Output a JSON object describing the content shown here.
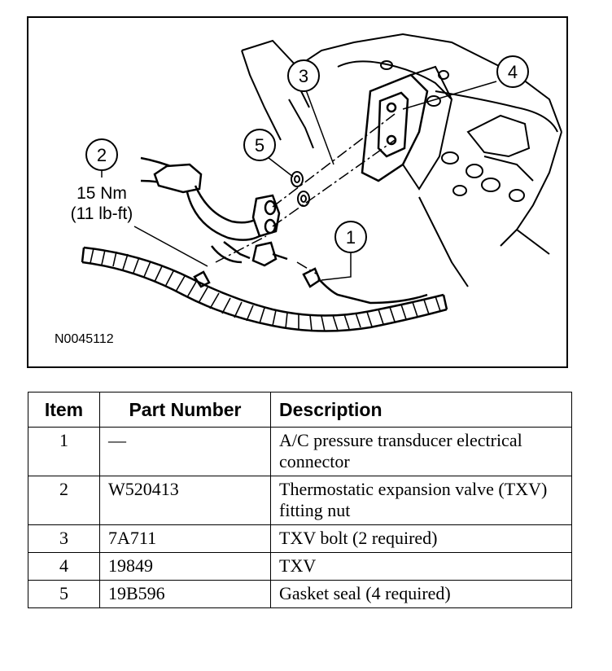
{
  "figure": {
    "figure_id": "N0045112",
    "torque_value": "15 Nm",
    "torque_value_alt": "(11 lb-ft)",
    "callouts": [
      "1",
      "2",
      "3",
      "4",
      "5"
    ]
  },
  "table": {
    "headers": {
      "item": "Item",
      "part_number": "Part Number",
      "description": "Description"
    },
    "rows": [
      {
        "item": "1",
        "part_number": "—",
        "description": "A/C pressure transducer electrical connector"
      },
      {
        "item": "2",
        "part_number": "W520413",
        "description": "Thermostatic expansion valve (TXV) fitting nut"
      },
      {
        "item": "3",
        "part_number": "7A711",
        "description": "TXV bolt (2 required)"
      },
      {
        "item": "4",
        "part_number": "19849",
        "description": "TXV"
      },
      {
        "item": "5",
        "part_number": "19B596",
        "description": "Gasket seal (4 required)"
      }
    ]
  }
}
